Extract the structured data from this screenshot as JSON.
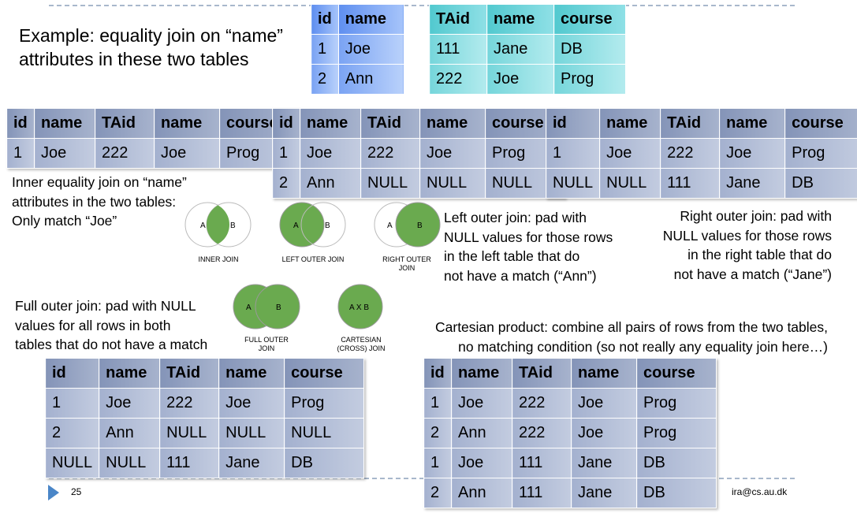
{
  "slide": {
    "title_lines": [
      "Example: equality join on “name”",
      "attributes in these two tables"
    ],
    "page_number": "25",
    "email": "ira@cs.au.dk"
  },
  "table_a": {
    "headers": [
      "id",
      "name"
    ],
    "rows": [
      [
        "1",
        "Joe"
      ],
      [
        "2",
        "Ann"
      ]
    ]
  },
  "table_b": {
    "headers": [
      "TAid",
      "name",
      "course"
    ],
    "rows": [
      [
        "111",
        "Jane",
        "DB"
      ],
      [
        "222",
        "Joe",
        "Prog"
      ]
    ]
  },
  "result_headers": [
    "id",
    "name",
    "TAid",
    "name",
    "course"
  ],
  "inner": {
    "rows": [
      [
        "1",
        "Joe",
        "222",
        "Joe",
        "Prog"
      ]
    ],
    "caption": [
      "Inner equality join on “name”",
      "attributes in the two tables:",
      "Only match “Joe”"
    ]
  },
  "left_outer": {
    "rows": [
      [
        "1",
        "Joe",
        "222",
        "Joe",
        "Prog"
      ],
      [
        "2",
        "Ann",
        "NULL",
        "NULL",
        "NULL"
      ]
    ],
    "caption": [
      "Left outer join: pad with",
      "NULL values for those rows",
      "in the left table that do",
      "not have a match (“Ann”)"
    ]
  },
  "right_outer": {
    "rows": [
      [
        "1",
        "Joe",
        "222",
        "Joe",
        "Prog"
      ],
      [
        "NULL",
        "NULL",
        "111",
        "Jane",
        "DB"
      ]
    ],
    "caption": [
      "Right outer join: pad with",
      "NULL values for those rows",
      "in the right table that do",
      "not have a match (“Jane”)"
    ]
  },
  "full_outer": {
    "rows": [
      [
        "1",
        "Joe",
        "222",
        "Joe",
        "Prog"
      ],
      [
        "2",
        "Ann",
        "NULL",
        "NULL",
        "NULL"
      ],
      [
        "NULL",
        "NULL",
        "111",
        "Jane",
        "DB"
      ]
    ],
    "caption": [
      "Full outer join: pad with NULL",
      "values for all rows in both",
      "tables that do not have a match"
    ]
  },
  "cartesian": {
    "rows": [
      [
        "1",
        "Joe",
        "222",
        "Joe",
        "Prog"
      ],
      [
        "2",
        "Ann",
        "222",
        "Joe",
        "Prog"
      ],
      [
        "1",
        "Joe",
        "111",
        "Jane",
        "DB"
      ],
      [
        "2",
        "Ann",
        "111",
        "Jane",
        "DB"
      ]
    ],
    "caption": [
      "Cartesian product: combine all pairs of rows from the two tables,",
      "no matching condition (so not really any equality join here…)"
    ]
  },
  "venn": {
    "letter_a": "A",
    "letter_b": "B",
    "letter_axb": "A X B",
    "fill_color": "#6aaa4f",
    "inner_label": [
      "INNER JOIN"
    ],
    "left_label": [
      "LEFT OUTER JOIN"
    ],
    "right_label": [
      "RIGHT OUTER",
      "JOIN"
    ],
    "full_label": [
      "FULL OUTER",
      "JOIN"
    ],
    "cross_label": [
      "CARTESIAN",
      "(CROSS) JOIN"
    ]
  }
}
